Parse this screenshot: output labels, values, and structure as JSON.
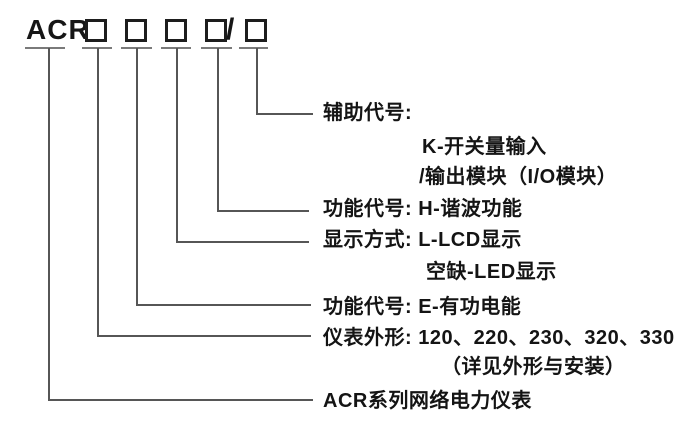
{
  "model_row": {
    "prefix": "ACR",
    "separator": "/",
    "box_count": 5
  },
  "colors": {
    "line": "#565656",
    "tick": "#7a7a7a",
    "text": "#141414",
    "background": "#ffffff"
  },
  "lines": [
    {
      "id": "auxiliary-code-label",
      "text": "辅助代号:"
    },
    {
      "id": "auxiliary-code-option-1",
      "text": "K-开关量输入"
    },
    {
      "id": "auxiliary-code-option-2",
      "text": "/输出模块（I/O模块）"
    },
    {
      "id": "function-code-harmonic",
      "text": "功能代号: H-谐波功能"
    },
    {
      "id": "display-mode",
      "text": "显示方式: L-LCD显示"
    },
    {
      "id": "display-mode-default",
      "text": "空缺-LED显示"
    },
    {
      "id": "function-code-energy",
      "text": "功能代号: E-有功电能"
    },
    {
      "id": "meter-shape",
      "text": "仪表外形: 120、220、230、320、330"
    },
    {
      "id": "meter-shape-note",
      "text": "（详见外形与安装）"
    },
    {
      "id": "series-name",
      "text": "ACR系列网络电力仪表"
    }
  ]
}
